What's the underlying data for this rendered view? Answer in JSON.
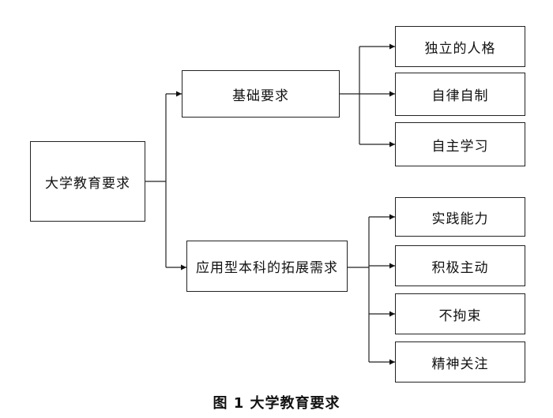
{
  "diagram": {
    "root": "大学教育要求",
    "branches": [
      {
        "label": "基础要求",
        "children": [
          "独立的人格",
          "自律自制",
          "自主学习"
        ]
      },
      {
        "label": "应用型本科的拓展需求",
        "children": [
          "实践能力",
          "积极主动",
          "不拘束",
          "精神关注"
        ]
      }
    ]
  },
  "caption": "图 1 大学教育要求"
}
